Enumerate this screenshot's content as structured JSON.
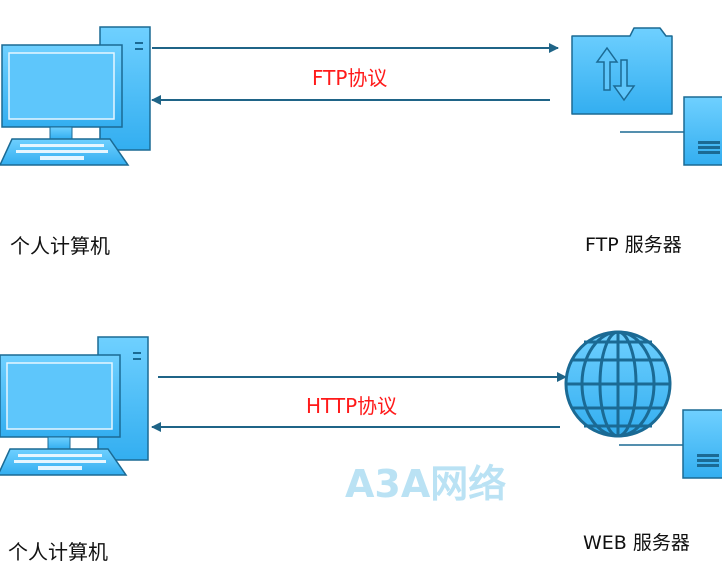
{
  "rows": [
    {
      "client_label": "个人计算机",
      "protocol": "FTP协议",
      "server_label": "FTP 服务器",
      "server_icon": "folder-transfer-icon"
    },
    {
      "client_label": "个人计算机",
      "protocol": "HTTP协议",
      "server_label": "WEB 服务器",
      "server_icon": "globe-icon"
    }
  ],
  "watermark": "3A网络",
  "colors": {
    "device": "#4dbcf5",
    "device_dark": "#1b6a94",
    "arrow": "#1f6487",
    "protocol_text": "#ff1a1a"
  }
}
